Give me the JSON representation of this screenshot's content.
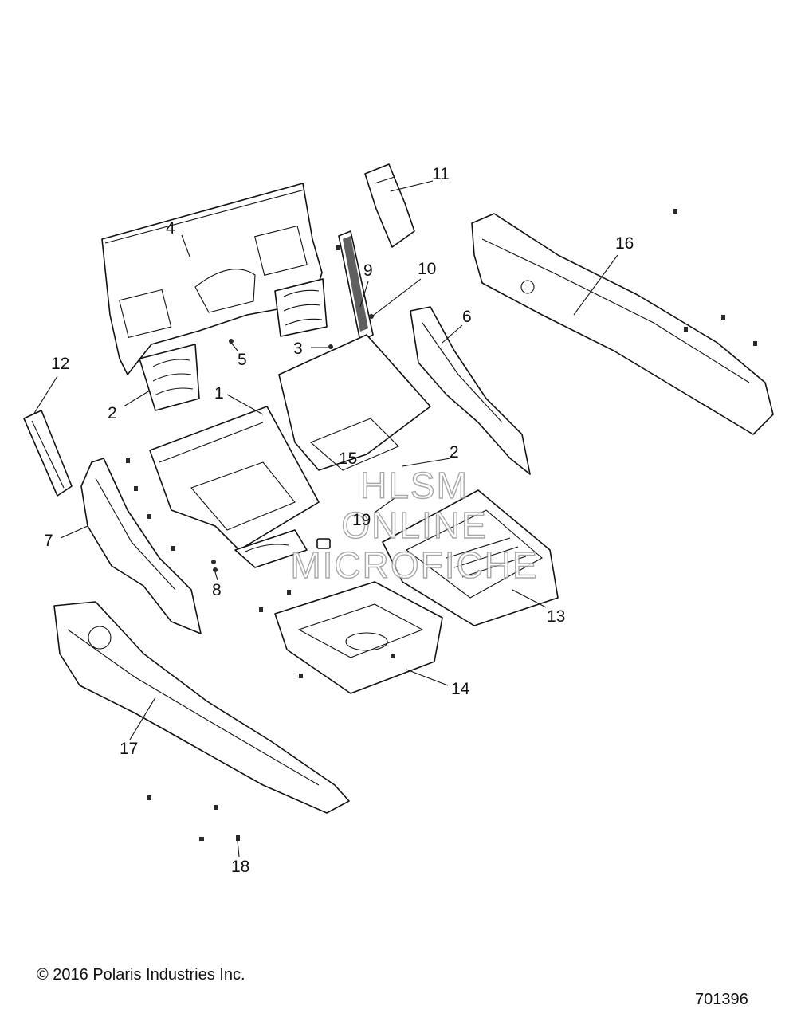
{
  "callouts": {
    "c1": "1",
    "c2a": "2",
    "c2b": "2",
    "c3": "3",
    "c4": "4",
    "c5": "5",
    "c6": "6",
    "c7": "7",
    "c8": "8",
    "c9": "9",
    "c10": "10",
    "c11": "11",
    "c12": "12",
    "c13": "13",
    "c14": "14",
    "c15": "15",
    "c16": "16",
    "c17": "17",
    "c18": "18",
    "c19": "19"
  },
  "watermark": {
    "line1": "HLSM",
    "line2": "ONLINE",
    "line3": "MICROFICHE"
  },
  "copyright": "© 2016 Polaris Industries Inc.",
  "figure_number": "701396"
}
